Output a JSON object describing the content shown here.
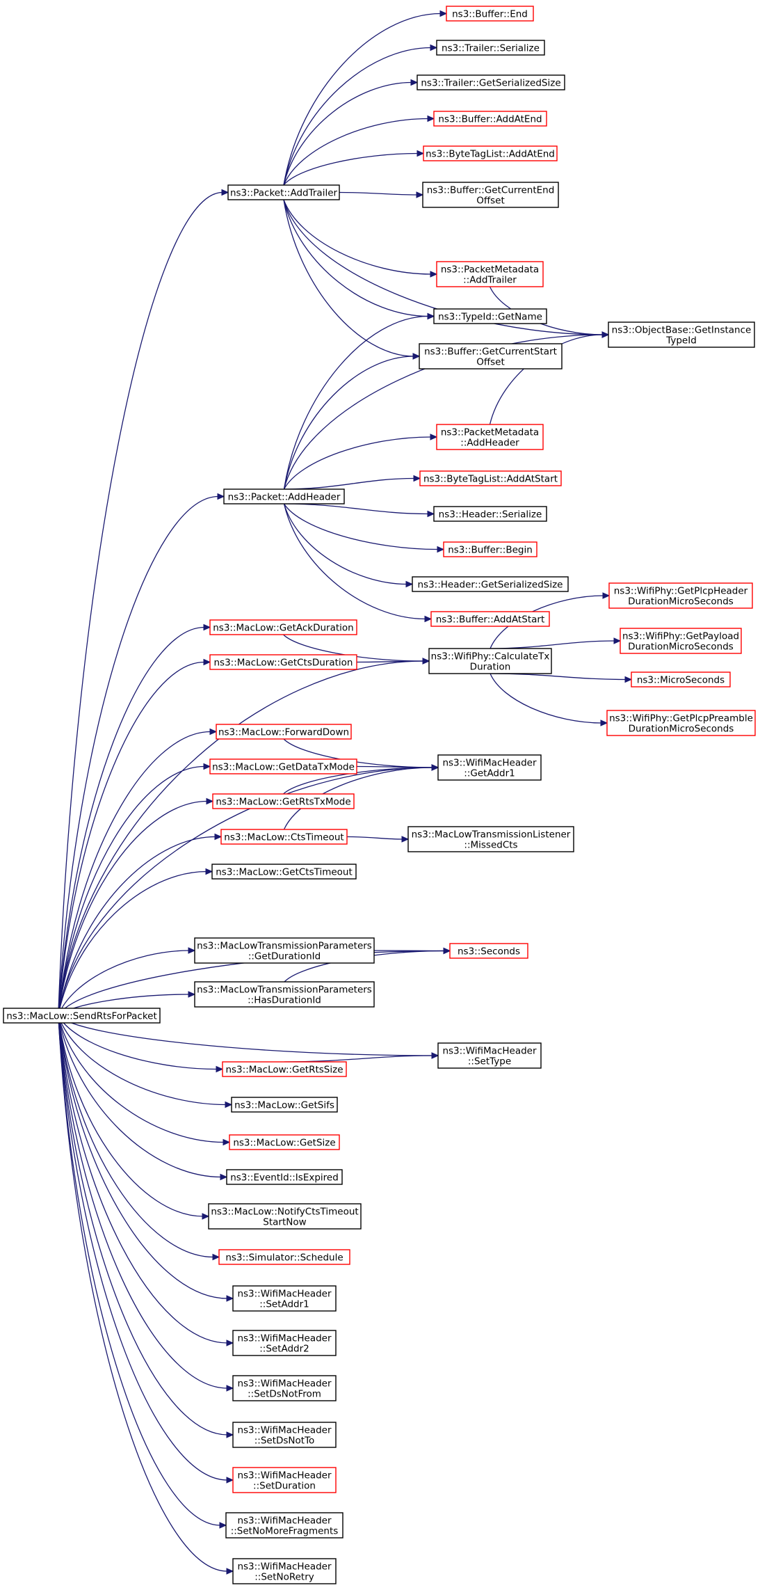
{
  "colors": {
    "edge": "#191970",
    "border_default": "#000000",
    "border_link": "#ff0000",
    "root_fill": "#bfbfbf",
    "text": "#000000"
  },
  "nodes": [
    {
      "id": "root",
      "lines": [
        "ns3::MacLow::SendRtsForPacket"
      ],
      "border": "default",
      "root": true
    },
    {
      "id": "addTrailer",
      "lines": [
        "ns3::Packet::AddTrailer"
      ],
      "border": "default"
    },
    {
      "id": "addHeader",
      "lines": [
        "ns3::Packet::AddHeader"
      ],
      "border": "default"
    },
    {
      "id": "getAckDuration",
      "lines": [
        "ns3::MacLow::GetAckDuration"
      ],
      "border": "link"
    },
    {
      "id": "getCtsDuration",
      "lines": [
        "ns3::MacLow::GetCtsDuration"
      ],
      "border": "link"
    },
    {
      "id": "forwardDown",
      "lines": [
        "ns3::MacLow::ForwardDown"
      ],
      "border": "link"
    },
    {
      "id": "getDataTxMode",
      "lines": [
        "ns3::MacLow::GetDataTxMode"
      ],
      "border": "link"
    },
    {
      "id": "getRtsTxMode",
      "lines": [
        "ns3::MacLow::GetRtsTxMode"
      ],
      "border": "link"
    },
    {
      "id": "ctsTimeout",
      "lines": [
        "ns3::MacLow::CtsTimeout"
      ],
      "border": "link"
    },
    {
      "id": "getCtsTimeout",
      "lines": [
        "ns3::MacLow::GetCtsTimeout"
      ],
      "border": "default"
    },
    {
      "id": "getDurationId",
      "lines": [
        "ns3::MacLowTransmissionParameters",
        "::GetDurationId"
      ],
      "border": "default"
    },
    {
      "id": "hasDurationId",
      "lines": [
        "ns3::MacLowTransmissionParameters",
        "::HasDurationId"
      ],
      "border": "default"
    },
    {
      "id": "getRtsSize",
      "lines": [
        "ns3::MacLow::GetRtsSize"
      ],
      "border": "link"
    },
    {
      "id": "getSifs",
      "lines": [
        "ns3::MacLow::GetSifs"
      ],
      "border": "default"
    },
    {
      "id": "getSize",
      "lines": [
        "ns3::MacLow::GetSize"
      ],
      "border": "link"
    },
    {
      "id": "isExpired",
      "lines": [
        "ns3::EventId::IsExpired"
      ],
      "border": "default"
    },
    {
      "id": "notifyCts",
      "lines": [
        "ns3::MacLow::NotifyCtsTimeout",
        "StartNow"
      ],
      "border": "default"
    },
    {
      "id": "schedule",
      "lines": [
        "ns3::Simulator::Schedule"
      ],
      "border": "link"
    },
    {
      "id": "setAddr1",
      "lines": [
        "ns3::WifiMacHeader",
        "::SetAddr1"
      ],
      "border": "default"
    },
    {
      "id": "setAddr2",
      "lines": [
        "ns3::WifiMacHeader",
        "::SetAddr2"
      ],
      "border": "default"
    },
    {
      "id": "setDsNotFrom",
      "lines": [
        "ns3::WifiMacHeader",
        "::SetDsNotFrom"
      ],
      "border": "default"
    },
    {
      "id": "setDsNotTo",
      "lines": [
        "ns3::WifiMacHeader",
        "::SetDsNotTo"
      ],
      "border": "default"
    },
    {
      "id": "setDuration",
      "lines": [
        "ns3::WifiMacHeader",
        "::SetDuration"
      ],
      "border": "link"
    },
    {
      "id": "setNoMoreFrag",
      "lines": [
        "ns3::WifiMacHeader",
        "::SetNoMoreFragments"
      ],
      "border": "default"
    },
    {
      "id": "setNoRetry",
      "lines": [
        "ns3::WifiMacHeader",
        "::SetNoRetry"
      ],
      "border": "default"
    },
    {
      "id": "bufEnd",
      "lines": [
        "ns3::Buffer::End"
      ],
      "border": "link"
    },
    {
      "id": "trailerSer",
      "lines": [
        "ns3::Trailer::Serialize"
      ],
      "border": "default"
    },
    {
      "id": "trailerSize",
      "lines": [
        "ns3::Trailer::GetSerializedSize"
      ],
      "border": "default"
    },
    {
      "id": "bufAddAtEnd",
      "lines": [
        "ns3::Buffer::AddAtEnd"
      ],
      "border": "link"
    },
    {
      "id": "btlAddAtEnd",
      "lines": [
        "ns3::ByteTagList::AddAtEnd"
      ],
      "border": "link"
    },
    {
      "id": "bufCurEnd",
      "lines": [
        "ns3::Buffer::GetCurrentEnd",
        "Offset"
      ],
      "border": "default"
    },
    {
      "id": "pmAddTrailer",
      "lines": [
        "ns3::PacketMetadata",
        "::AddTrailer"
      ],
      "border": "link"
    },
    {
      "id": "typeIdName",
      "lines": [
        "ns3::TypeId::GetName"
      ],
      "border": "default"
    },
    {
      "id": "bufCurStart",
      "lines": [
        "ns3::Buffer::GetCurrentStart",
        "Offset"
      ],
      "border": "default"
    },
    {
      "id": "getInstanceTypeId",
      "lines": [
        "ns3::ObjectBase::GetInstance",
        "TypeId"
      ],
      "border": "default"
    },
    {
      "id": "pmAddHeader",
      "lines": [
        "ns3::PacketMetadata",
        "::AddHeader"
      ],
      "border": "link"
    },
    {
      "id": "btlAddAtStart",
      "lines": [
        "ns3::ByteTagList::AddAtStart"
      ],
      "border": "link"
    },
    {
      "id": "headerSer",
      "lines": [
        "ns3::Header::Serialize"
      ],
      "border": "default"
    },
    {
      "id": "bufBegin",
      "lines": [
        "ns3::Buffer::Begin"
      ],
      "border": "link"
    },
    {
      "id": "headerSize",
      "lines": [
        "ns3::Header::GetSerializedSize"
      ],
      "border": "default"
    },
    {
      "id": "bufAddAtStart",
      "lines": [
        "ns3::Buffer::AddAtStart"
      ],
      "border": "link"
    },
    {
      "id": "calcTxDuration",
      "lines": [
        "ns3::WifiPhy::CalculateTx",
        "Duration"
      ],
      "border": "default"
    },
    {
      "id": "plcpHeaderDur",
      "lines": [
        "ns3::WifiPhy::GetPlcpHeader",
        "DurationMicroSeconds"
      ],
      "border": "link"
    },
    {
      "id": "payloadDur",
      "lines": [
        "ns3::WifiPhy::GetPayload",
        "DurationMicroSeconds"
      ],
      "border": "link"
    },
    {
      "id": "microSeconds",
      "lines": [
        "ns3::MicroSeconds"
      ],
      "border": "link"
    },
    {
      "id": "plcpPreambleDur",
      "lines": [
        "ns3::WifiPhy::GetPlcpPreamble",
        "DurationMicroSeconds"
      ],
      "border": "link"
    },
    {
      "id": "getAddr1",
      "lines": [
        "ns3::WifiMacHeader",
        "::GetAddr1"
      ],
      "border": "default"
    },
    {
      "id": "missedCts",
      "lines": [
        "ns3::MacLowTransmissionListener",
        "::MissedCts"
      ],
      "border": "default"
    },
    {
      "id": "seconds",
      "lines": [
        "ns3::Seconds"
      ],
      "border": "link"
    },
    {
      "id": "setType",
      "lines": [
        "ns3::WifiMacHeader",
        "::SetType"
      ],
      "border": "default"
    }
  ]
}
